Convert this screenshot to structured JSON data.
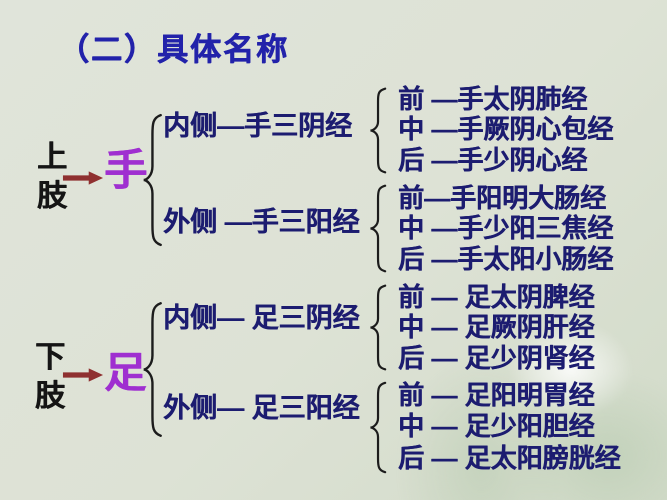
{
  "slide": {
    "title": "（二）具体名称",
    "colors": {
      "background": "#dde2d5",
      "title": "#2222aa",
      "body_text": "#1c1c70",
      "limb_text": "#151515",
      "highlight": "#9f2fd0",
      "arrow": "#8f3030",
      "brace": "#1c1c1c"
    }
  },
  "tree": {
    "upper": {
      "limb": [
        "上",
        "肢"
      ],
      "target": "手",
      "branches": [
        {
          "label": "内侧—手三阴经",
          "children": [
            "前 —手太阴肺经",
            "中 —手厥阴心包经",
            "后 —手少阴心经"
          ]
        },
        {
          "label": "外侧 —手三阳经",
          "children": [
            "前—手阳明大肠经",
            "中 —手少阳三焦经",
            "后 —手太阳小肠经"
          ]
        }
      ]
    },
    "lower": {
      "limb": [
        "下",
        "肢"
      ],
      "target": "足",
      "branches": [
        {
          "label": "内侧— 足三阴经",
          "children": [
            "前 — 足太阴脾经",
            "中 — 足厥阴肝经",
            "后 — 足少阴肾经"
          ]
        },
        {
          "label": "外侧— 足三阳经",
          "children": [
            "前 — 足阳明胃经",
            "中 — 足少阳胆经",
            "后 — 足太阳膀胱经"
          ]
        }
      ]
    }
  }
}
